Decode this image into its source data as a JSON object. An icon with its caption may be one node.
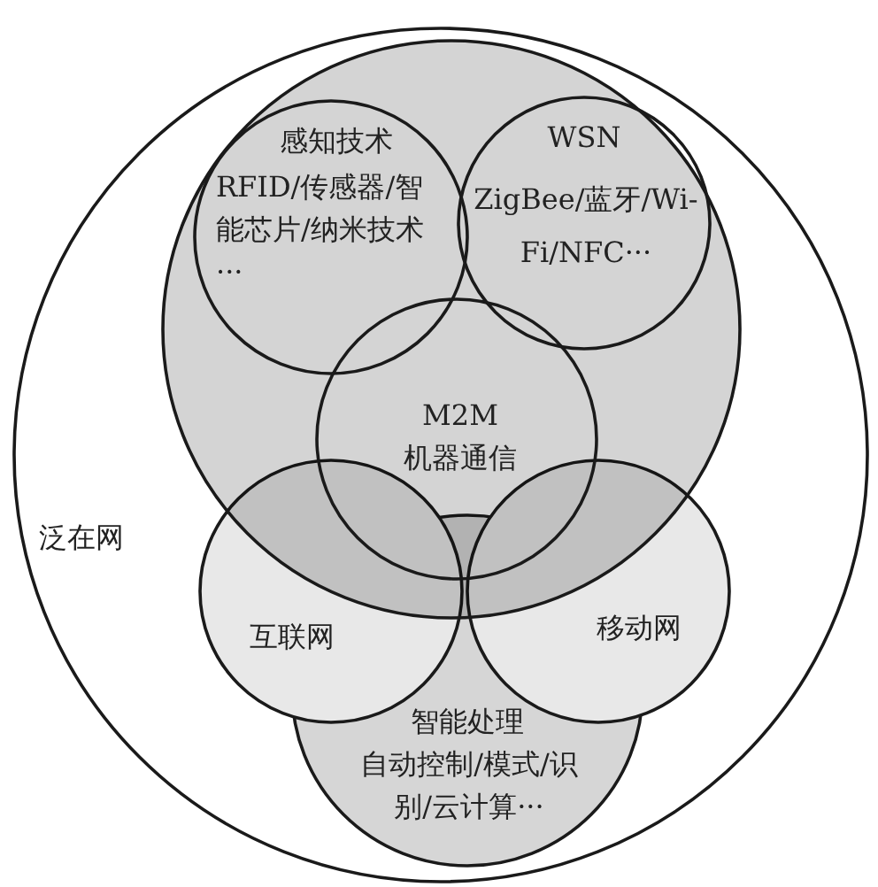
{
  "diagram": {
    "nodes": [
      {
        "text": [
          "泛在网"
        ]
      },
      {
        "text": [],
        "shape": "circle",
        "in": 0
      },
      {
        "text": [
          "感知技术",
          "RFID/传感器/智能芯片/纳米技术···"
        ],
        "in": 1
      },
      {
        "text": [
          "WSN",
          "ZigBee/蓝牙/Wi-Fi/NFC···"
        ],
        "in": 1
      },
      {
        "text": [
          "M2M",
          "机器通信"
        ],
        "in": 1
      },
      {
        "text": [
          "互联网"
        ],
        "in": 0
      },
      {
        "text": [
          "移动网"
        ],
        "in": 0
      },
      {
        "text": [
          "智能处理",
          "自动控制/模式/识别/云计算···"
        ],
        "in": 0
      }
    ],
    "edges": []
  }
}
